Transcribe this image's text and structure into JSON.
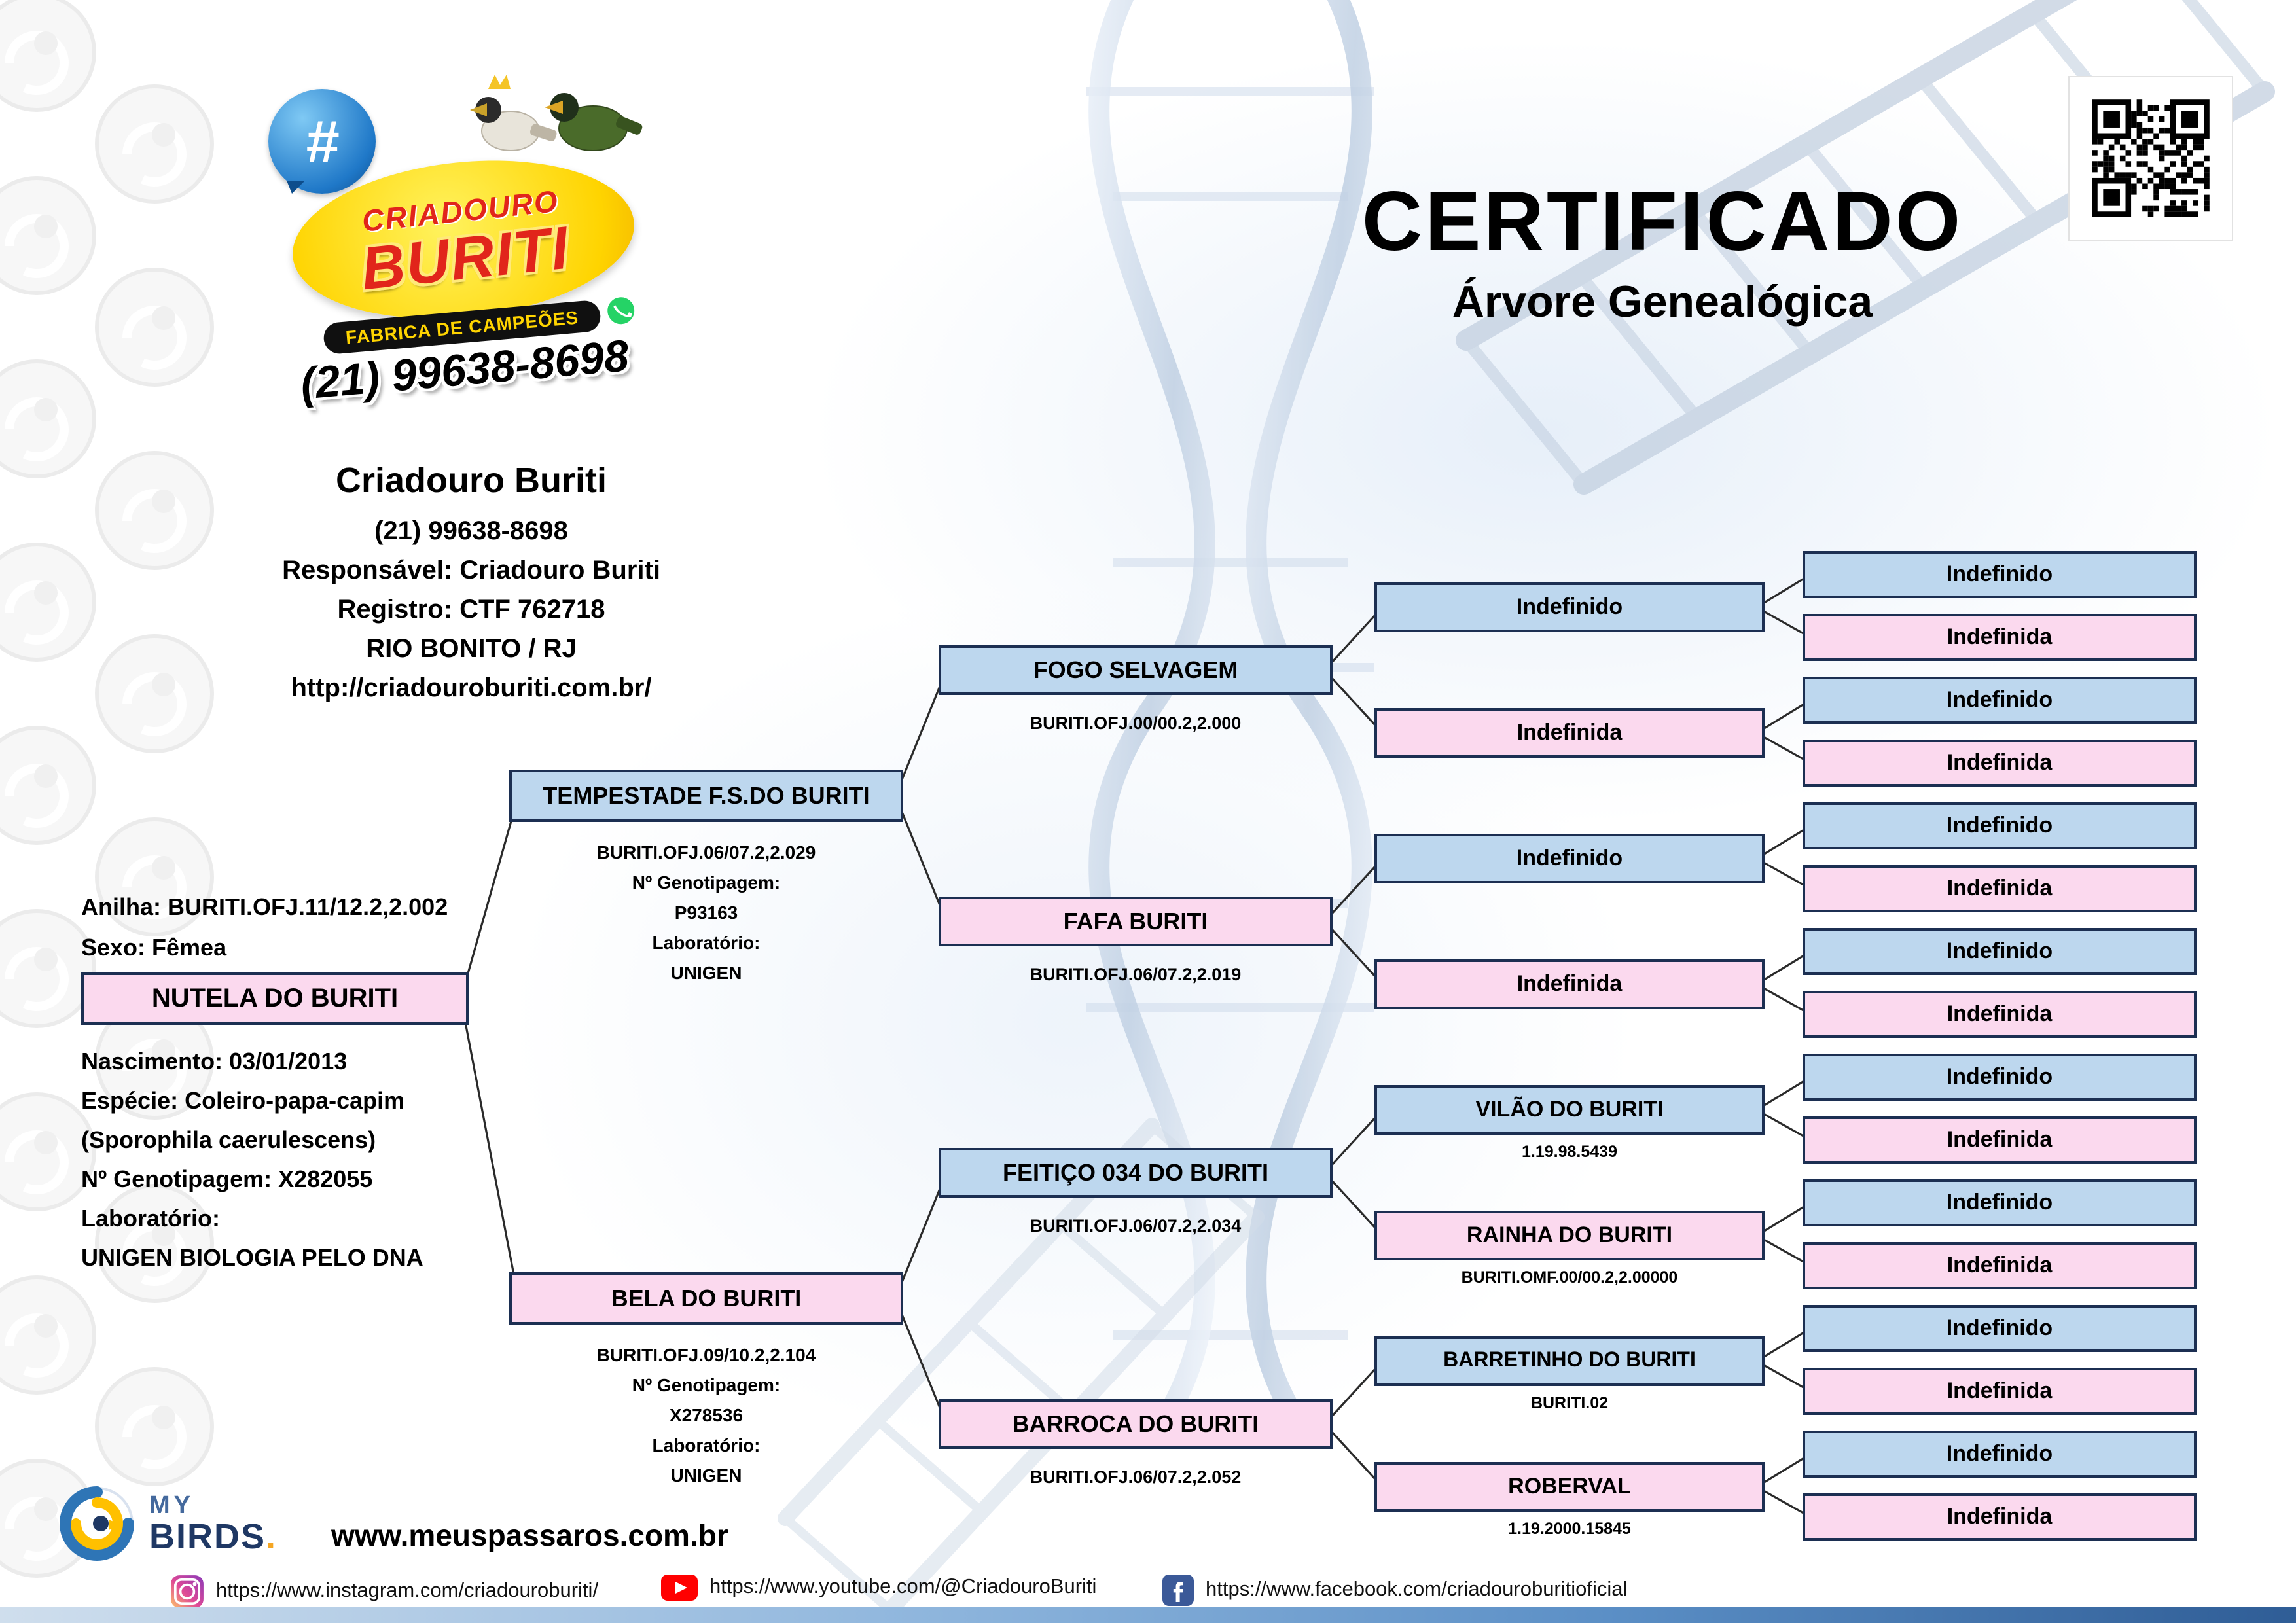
{
  "certificate": {
    "title": "CERTIFICADO",
    "subtitle": "Árvore Genealógica"
  },
  "breeder": {
    "logo": {
      "hashtag": "#",
      "name_top": "CRIADOURO",
      "name_main": "BURITI",
      "tagline": "FABRICA DE CAMPEÕES",
      "phone": "(21) 99638-8698"
    },
    "name": "Criadouro Buriti",
    "phone": "(21) 99638-8698",
    "responsible": "Responsável: Criadouro Buriti",
    "registry": "Registro: CTF 762718",
    "location": "RIO BONITO / RJ",
    "website": "http://criadouroburiti.com.br/"
  },
  "subject": {
    "ring": "Anilha: BURITI.OFJ.11/12.2,2.002",
    "sex": "Sexo: Fêmea",
    "name": "NUTELA DO BURITI",
    "birth": "Nascimento: 03/01/2013",
    "species": "Espécie: Coleiro-papa-capim",
    "species_latin": "(Sporophila caerulescens)",
    "genotyping": "Nº Genotipagem: X282055",
    "lab_label": "Laboratório:",
    "lab_name": "UNIGEN BIOLOGIA PELO DNA"
  },
  "tree": {
    "gen2": [
      {
        "name": "TEMPESTADE F.S.DO BURITI",
        "sex": "male",
        "details": [
          "BURITI.OFJ.06/07.2,2.029",
          "Nº Genotipagem:",
          "P93163",
          "Laboratório:",
          "UNIGEN"
        ]
      },
      {
        "name": "BELA DO BURITI",
        "sex": "female",
        "details": [
          "BURITI.OFJ.09/10.2,2.104",
          "Nº Genotipagem:",
          "X278536",
          "Laboratório:",
          "UNIGEN"
        ]
      }
    ],
    "gen3": [
      {
        "name": "FOGO SELVAGEM",
        "sex": "male",
        "ring": "BURITI.OFJ.00/00.2,2.000"
      },
      {
        "name": "FAFA BURITI",
        "sex": "female",
        "ring": "BURITI.OFJ.06/07.2,2.019"
      },
      {
        "name": "FEITIÇO 034 DO BURITI",
        "sex": "male",
        "ring": "BURITI.OFJ.06/07.2,2.034"
      },
      {
        "name": "BARROCA DO BURITI",
        "sex": "female",
        "ring": "BURITI.OFJ.06/07.2,2.052"
      }
    ],
    "gen4": [
      {
        "name": "Indefinido",
        "sex": "male",
        "ring": ""
      },
      {
        "name": "Indefinida",
        "sex": "female",
        "ring": ""
      },
      {
        "name": "Indefinido",
        "sex": "male",
        "ring": ""
      },
      {
        "name": "Indefinida",
        "sex": "female",
        "ring": ""
      },
      {
        "name": "VILÃO DO BURITI",
        "sex": "male",
        "ring": "1.19.98.5439"
      },
      {
        "name": "RAINHA DO BURITI",
        "sex": "female",
        "ring": "BURITI.OMF.00/00.2,2.00000"
      },
      {
        "name": "BARRETINHO DO BURITI",
        "sex": "male",
        "ring": "BURITI.02"
      },
      {
        "name": "ROBERVAL",
        "sex": "female",
        "ring": "1.19.2000.15845"
      }
    ],
    "gen5": [
      {
        "name": "Indefinido",
        "sex": "male"
      },
      {
        "name": "Indefinida",
        "sex": "female"
      },
      {
        "name": "Indefinido",
        "sex": "male"
      },
      {
        "name": "Indefinida",
        "sex": "female"
      },
      {
        "name": "Indefinido",
        "sex": "male"
      },
      {
        "name": "Indefinida",
        "sex": "female"
      },
      {
        "name": "Indefinido",
        "sex": "male"
      },
      {
        "name": "Indefinida",
        "sex": "female"
      },
      {
        "name": "Indefinido",
        "sex": "male"
      },
      {
        "name": "Indefinida",
        "sex": "female"
      },
      {
        "name": "Indefinido",
        "sex": "male"
      },
      {
        "name": "Indefinida",
        "sex": "female"
      },
      {
        "name": "Indefinido",
        "sex": "male"
      },
      {
        "name": "Indefinida",
        "sex": "female"
      },
      {
        "name": "Indefinido",
        "sex": "male"
      },
      {
        "name": "Indefinida",
        "sex": "female"
      }
    ]
  },
  "footer": {
    "partner": {
      "word1": "MY",
      "word2": "BIRDS",
      "dot": "."
    },
    "partner_site": "www.meuspassaros.com.br",
    "social": [
      {
        "network": "instagram",
        "url": "https://www.instagram.com/criadouroburiti/"
      },
      {
        "network": "youtube",
        "url": "https://www.youtube.com/@CriadouroBuriti"
      },
      {
        "network": "facebook",
        "url": "https://www.facebook.com/criadouroburitioficial"
      }
    ]
  },
  "colors": {
    "male_box": "#bdd7ee",
    "female_box": "#fbd9ee",
    "box_border": "#1c2f52",
    "accent_blue": "#2e75b6"
  }
}
